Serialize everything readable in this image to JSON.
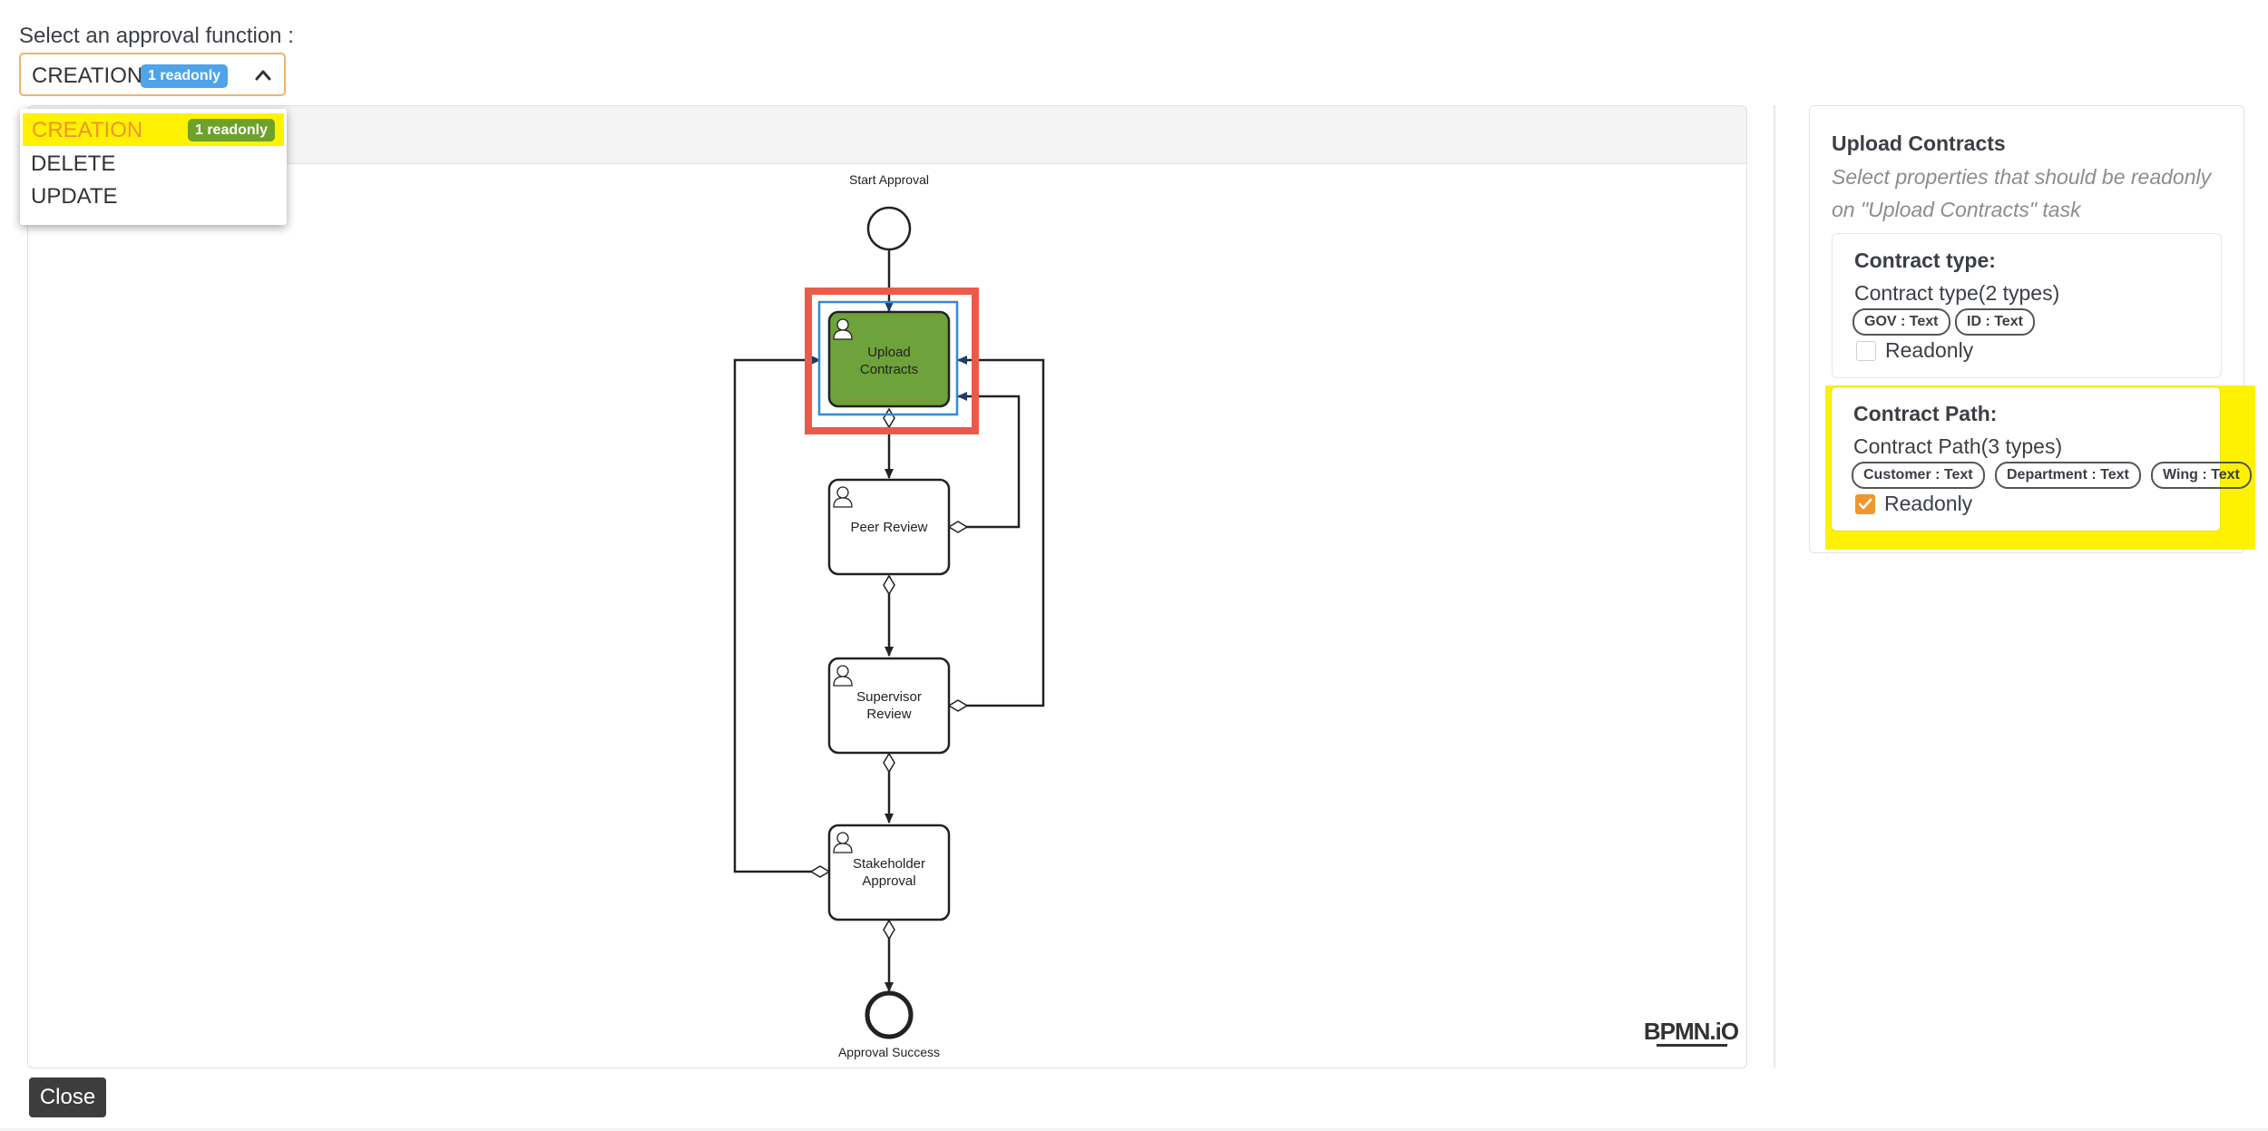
{
  "approval": {
    "label": "Select an approval function :",
    "selected": "CREATION",
    "selected_badge": "1 readonly",
    "options": [
      {
        "label": "CREATION",
        "badge": "1 readonly",
        "highlighted": true
      },
      {
        "label": "DELETE"
      },
      {
        "label": "UPDATE"
      }
    ]
  },
  "diagram": {
    "start_event": "Start Approval",
    "end_event": "Approval Success",
    "tasks": [
      "Upload Contracts",
      "Peer Review",
      "Supervisor Review",
      "Stakeholder Approval"
    ],
    "selected_task": "Upload Contracts",
    "watermark": "BPMN.iO"
  },
  "panel": {
    "title": "Upload Contracts",
    "description": "Select properties that should be readonly on \"Upload Contracts\" task",
    "properties": [
      {
        "name": "Contract type:",
        "types_label": "Contract type(2 types)",
        "chips": [
          "GOV : Text",
          "ID : Text"
        ],
        "readonly_label": "Readonly",
        "readonly": false
      },
      {
        "name": "Contract Path:",
        "types_label": "Contract Path(3 types)",
        "chips": [
          "Customer : Text",
          "Department : Text",
          "Wing : Text"
        ],
        "readonly_label": "Readonly",
        "readonly": true
      }
    ]
  },
  "footer": {
    "close_label": "Close"
  },
  "colors": {
    "accent_orange": "#f0962e",
    "select_border": "#f0b36a",
    "badge_blue": "#4ea3ea",
    "badge_green": "#6ea12a",
    "highlight_yellow": "#fff200",
    "task_selected_fill": "#6ea23a",
    "selection_red": "#ea5a4a",
    "selection_blue": "#2f8bd6"
  }
}
